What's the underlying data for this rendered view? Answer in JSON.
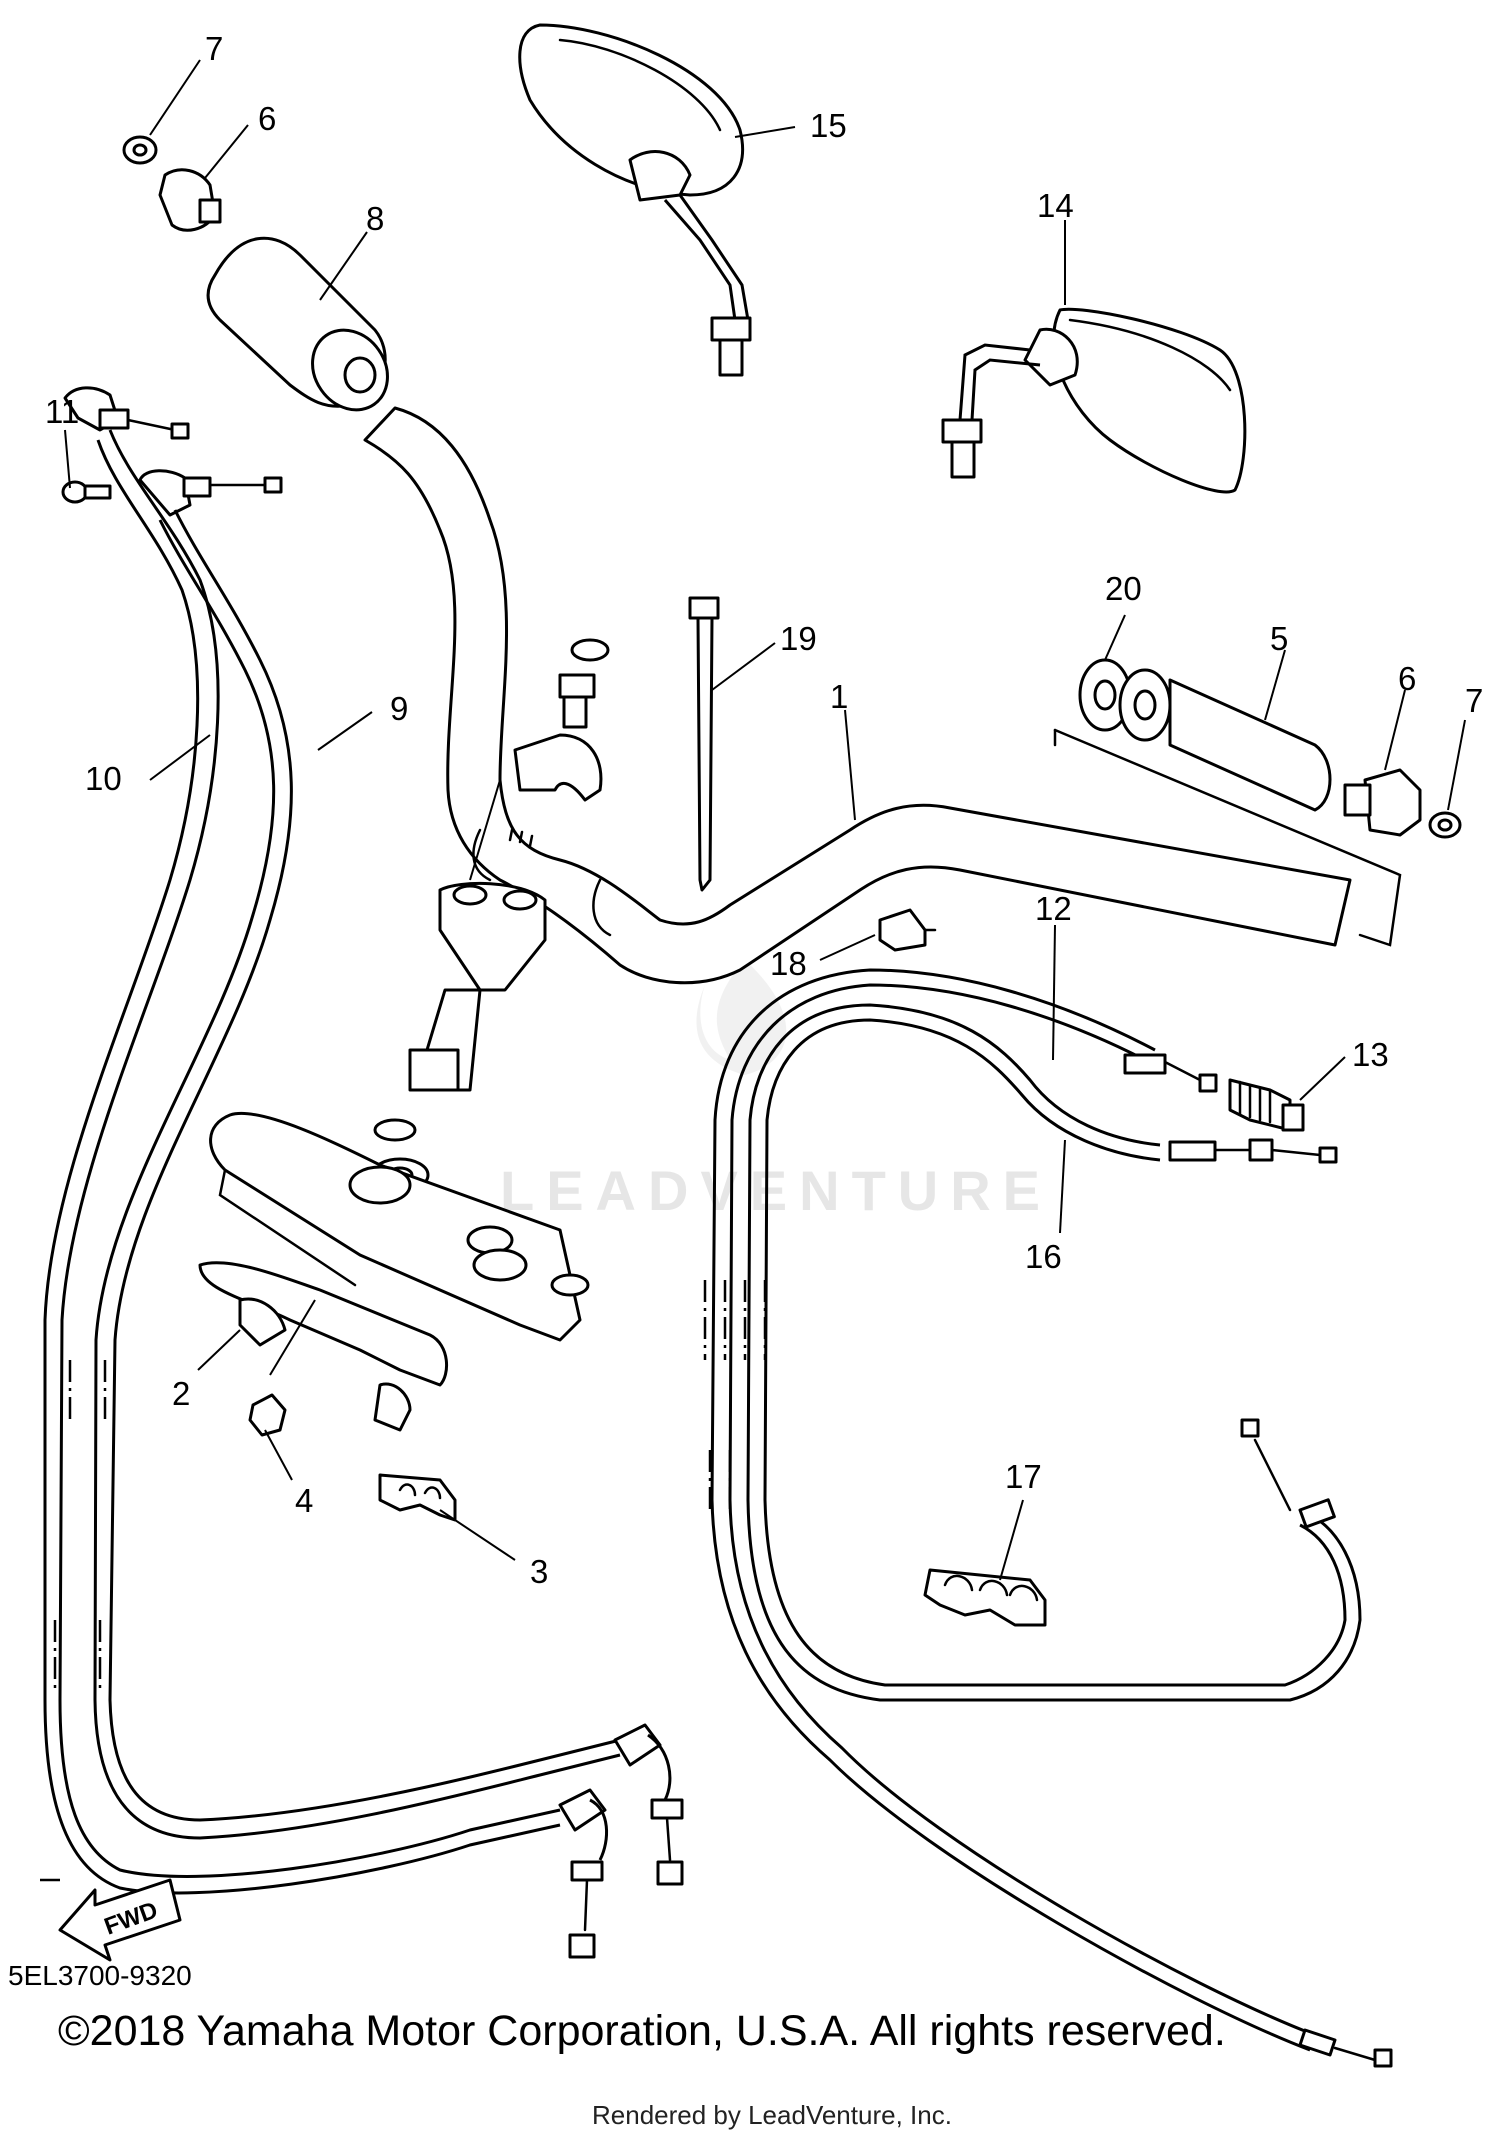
{
  "drawing_code": "5EL3700-9320",
  "copyright": "©2018 Yamaha Motor Corporation, U.S.A. All rights reserved.",
  "rendered_by": "Rendered by LeadVenture, Inc.",
  "watermark": "LEADVENTURE",
  "fwd_label": "FWD",
  "callouts": [
    "1",
    "2",
    "3",
    "4",
    "5",
    "6",
    "6",
    "7",
    "7",
    "8",
    "9",
    "10",
    "11",
    "12",
    "13",
    "14",
    "15",
    "16",
    "17",
    "18",
    "19",
    "20"
  ]
}
